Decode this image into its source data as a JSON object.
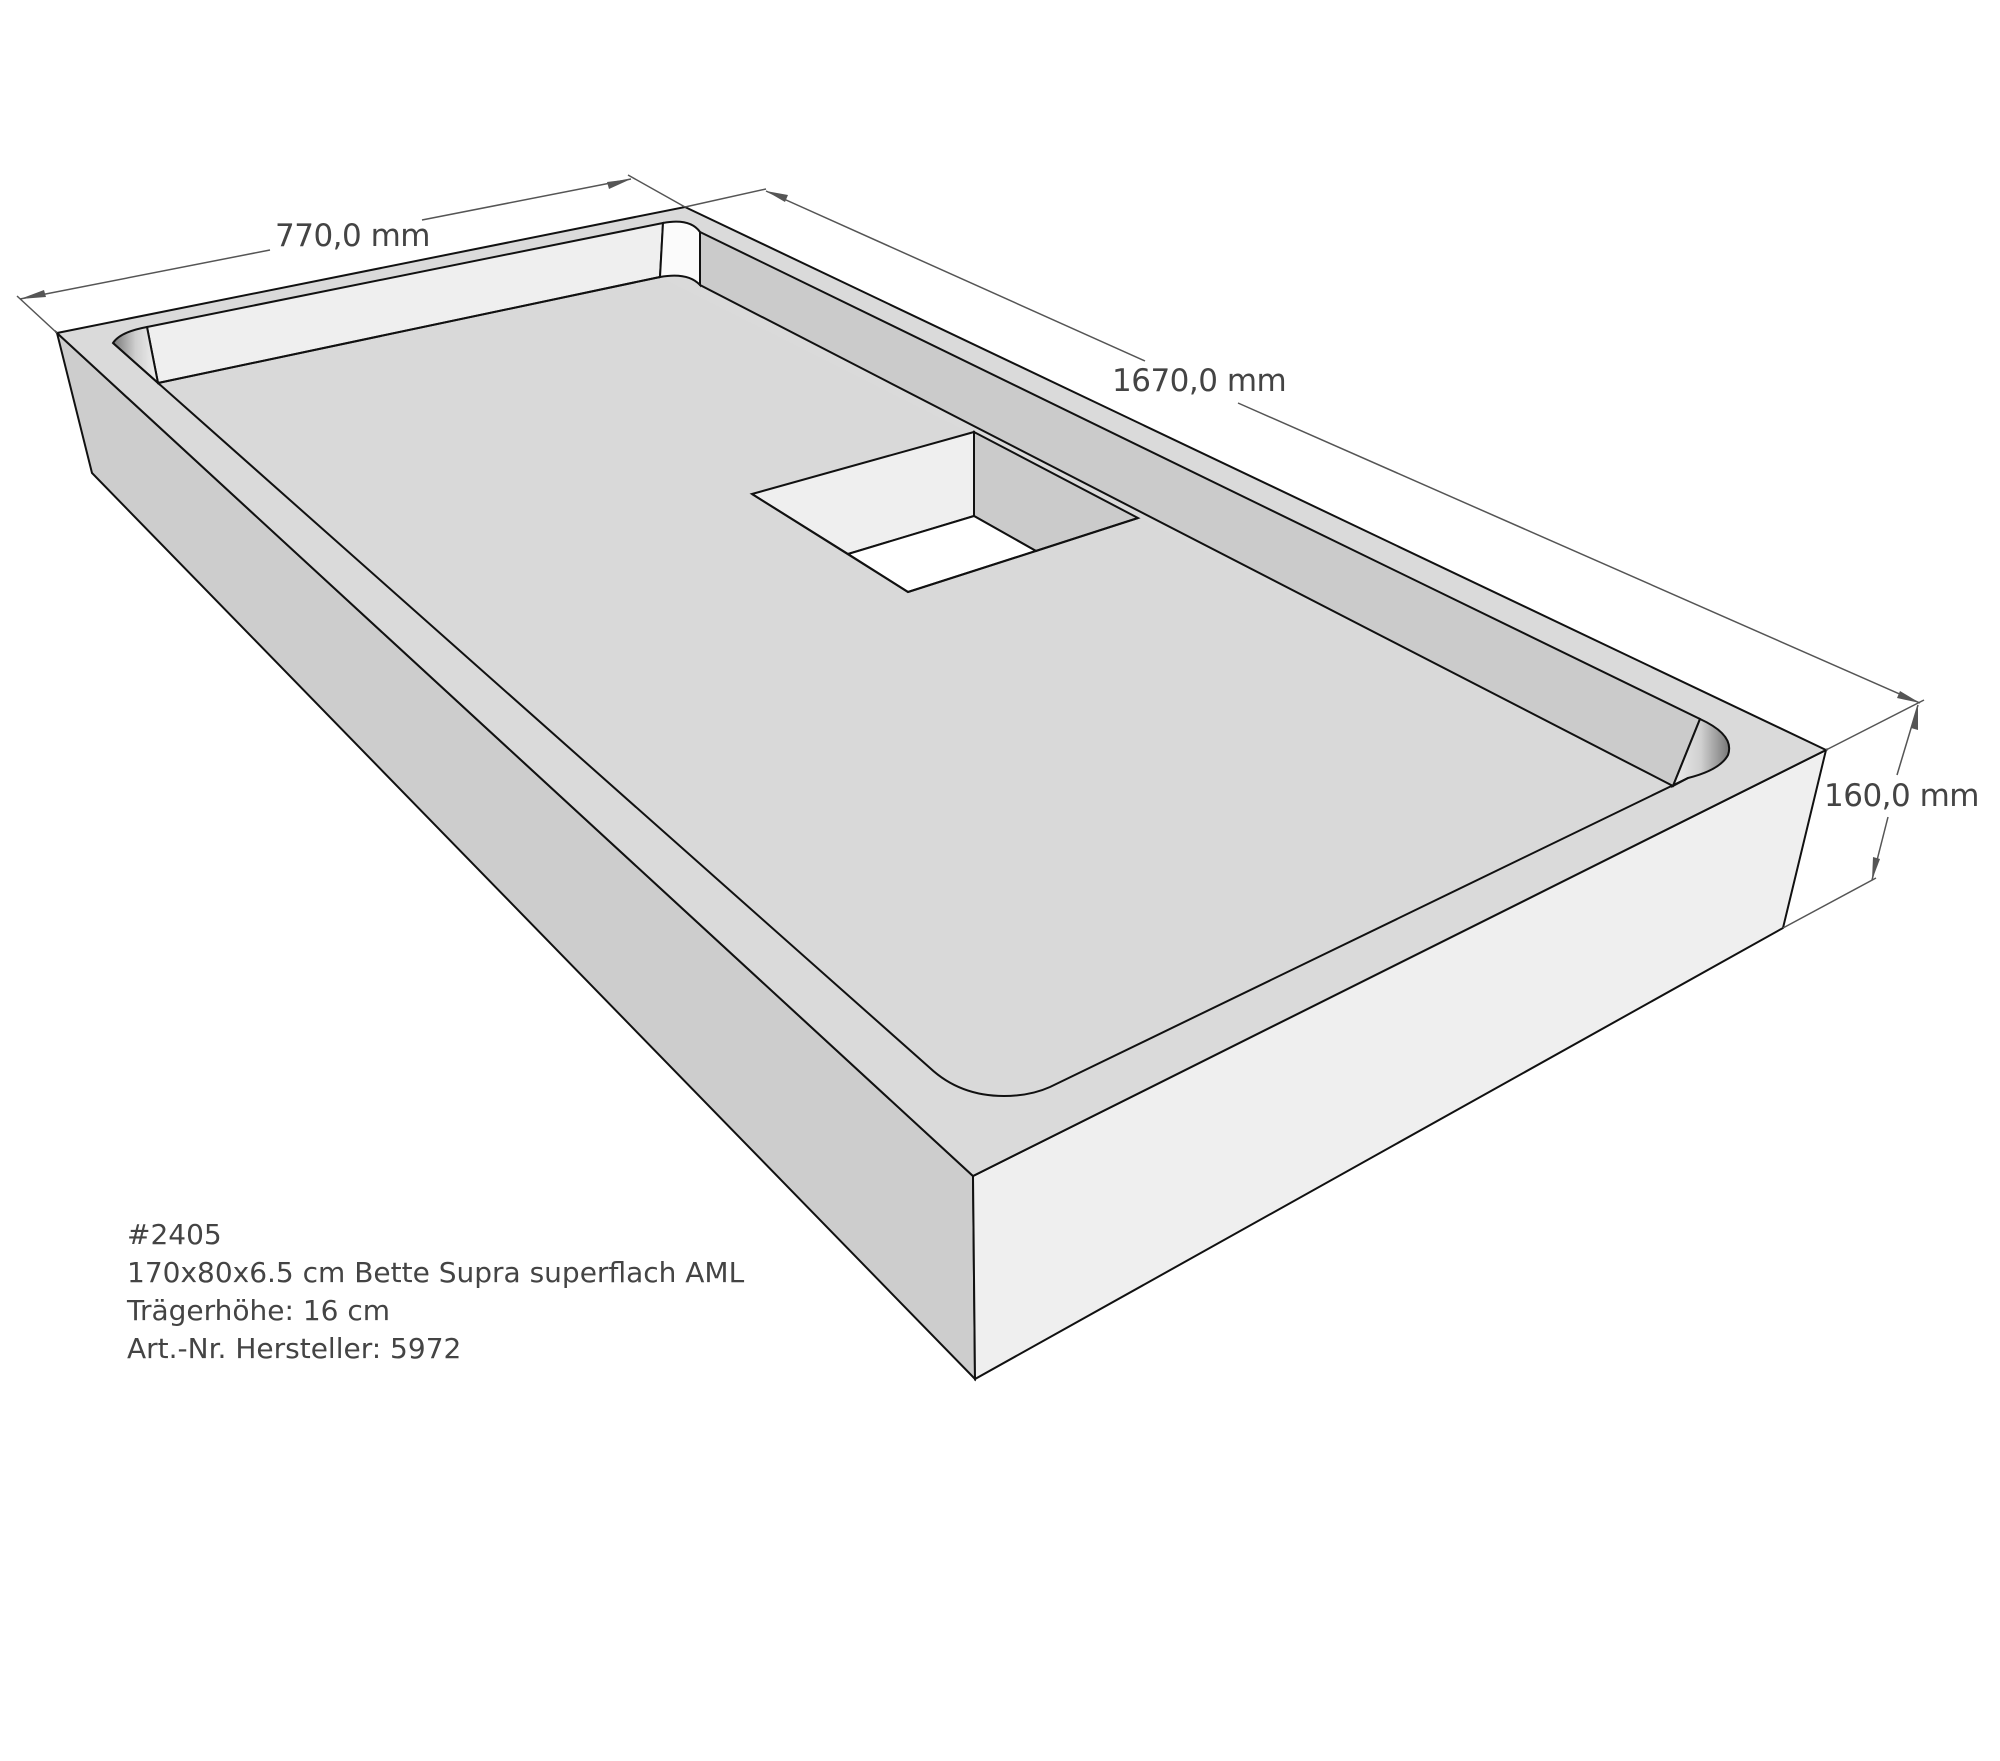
{
  "dimensions": {
    "width_label": "770,0 mm",
    "length_label": "1670,0 mm",
    "height_label": "160,0 mm"
  },
  "info": {
    "id": "#2405",
    "product": "170x80x6.5 cm Bette Supra superflach AML",
    "carrier_height": "Trägerhöhe: 16 cm",
    "manufacturer_article": "Art.-Nr. Hersteller: 5972"
  },
  "colors": {
    "side_face_left": "#cdcdcd",
    "side_face_front": "#efefef",
    "rim_top": "#dadada",
    "floor": "#d9d9d9",
    "inner_wall_back": "#efefef",
    "inner_wall_right": "#cbcbcb",
    "edge": "#111111",
    "dimension_line": "#555555",
    "text": "#444444"
  }
}
